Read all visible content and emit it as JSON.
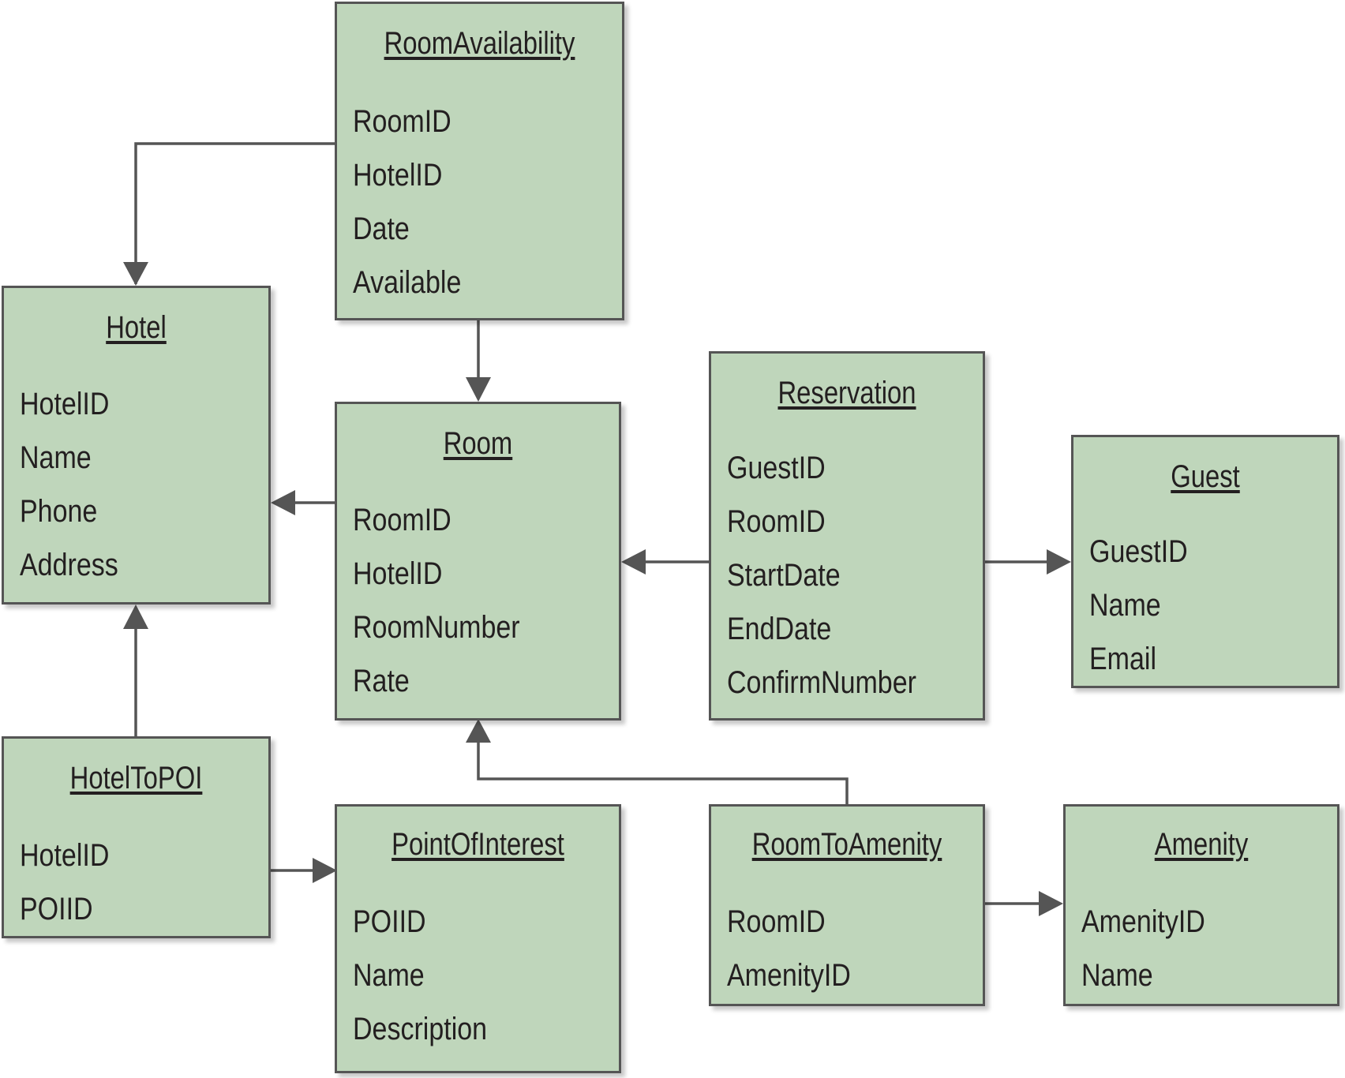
{
  "diagram": {
    "entities": {
      "room_availability": {
        "title": "RoomAvailability",
        "fields": [
          "RoomID",
          "HotelID",
          "Date",
          "Available"
        ]
      },
      "hotel": {
        "title": "Hotel",
        "fields": [
          "HotelID",
          "Name",
          "Phone",
          "Address"
        ]
      },
      "room": {
        "title": "Room",
        "fields": [
          "RoomID",
          "HotelID",
          "RoomNumber",
          "Rate"
        ]
      },
      "reservation": {
        "title": "Reservation",
        "fields": [
          "GuestID",
          "RoomID",
          "StartDate",
          "EndDate",
          "ConfirmNumber"
        ]
      },
      "guest": {
        "title": "Guest",
        "fields": [
          "GuestID",
          "Name",
          "Email"
        ]
      },
      "hotel_to_poi": {
        "title": "HotelToPOI",
        "fields": [
          "HotelID",
          "POIID"
        ]
      },
      "point_of_interest": {
        "title": "PointOfInterest",
        "fields": [
          "POIID",
          "Name",
          "Description"
        ]
      },
      "room_to_amenity": {
        "title": "RoomToAmenity",
        "fields": [
          "RoomID",
          "AmenityID"
        ]
      },
      "amenity": {
        "title": "Amenity",
        "fields": [
          "AmenityID",
          "Name"
        ]
      }
    },
    "relationships": [
      {
        "from": "RoomAvailability",
        "to": "Hotel"
      },
      {
        "from": "RoomAvailability",
        "to": "Room"
      },
      {
        "from": "Room",
        "to": "Hotel"
      },
      {
        "from": "Reservation",
        "to": "Room"
      },
      {
        "from": "Reservation",
        "to": "Guest"
      },
      {
        "from": "HotelToPOI",
        "to": "Hotel"
      },
      {
        "from": "HotelToPOI",
        "to": "PointOfInterest"
      },
      {
        "from": "RoomToAmenity",
        "to": "Room"
      },
      {
        "from": "RoomToAmenity",
        "to": "Amenity"
      }
    ],
    "colors": {
      "entity_fill": "#bfd6bb",
      "border": "#555555",
      "text": "#231f20",
      "connector": "#555555"
    }
  }
}
